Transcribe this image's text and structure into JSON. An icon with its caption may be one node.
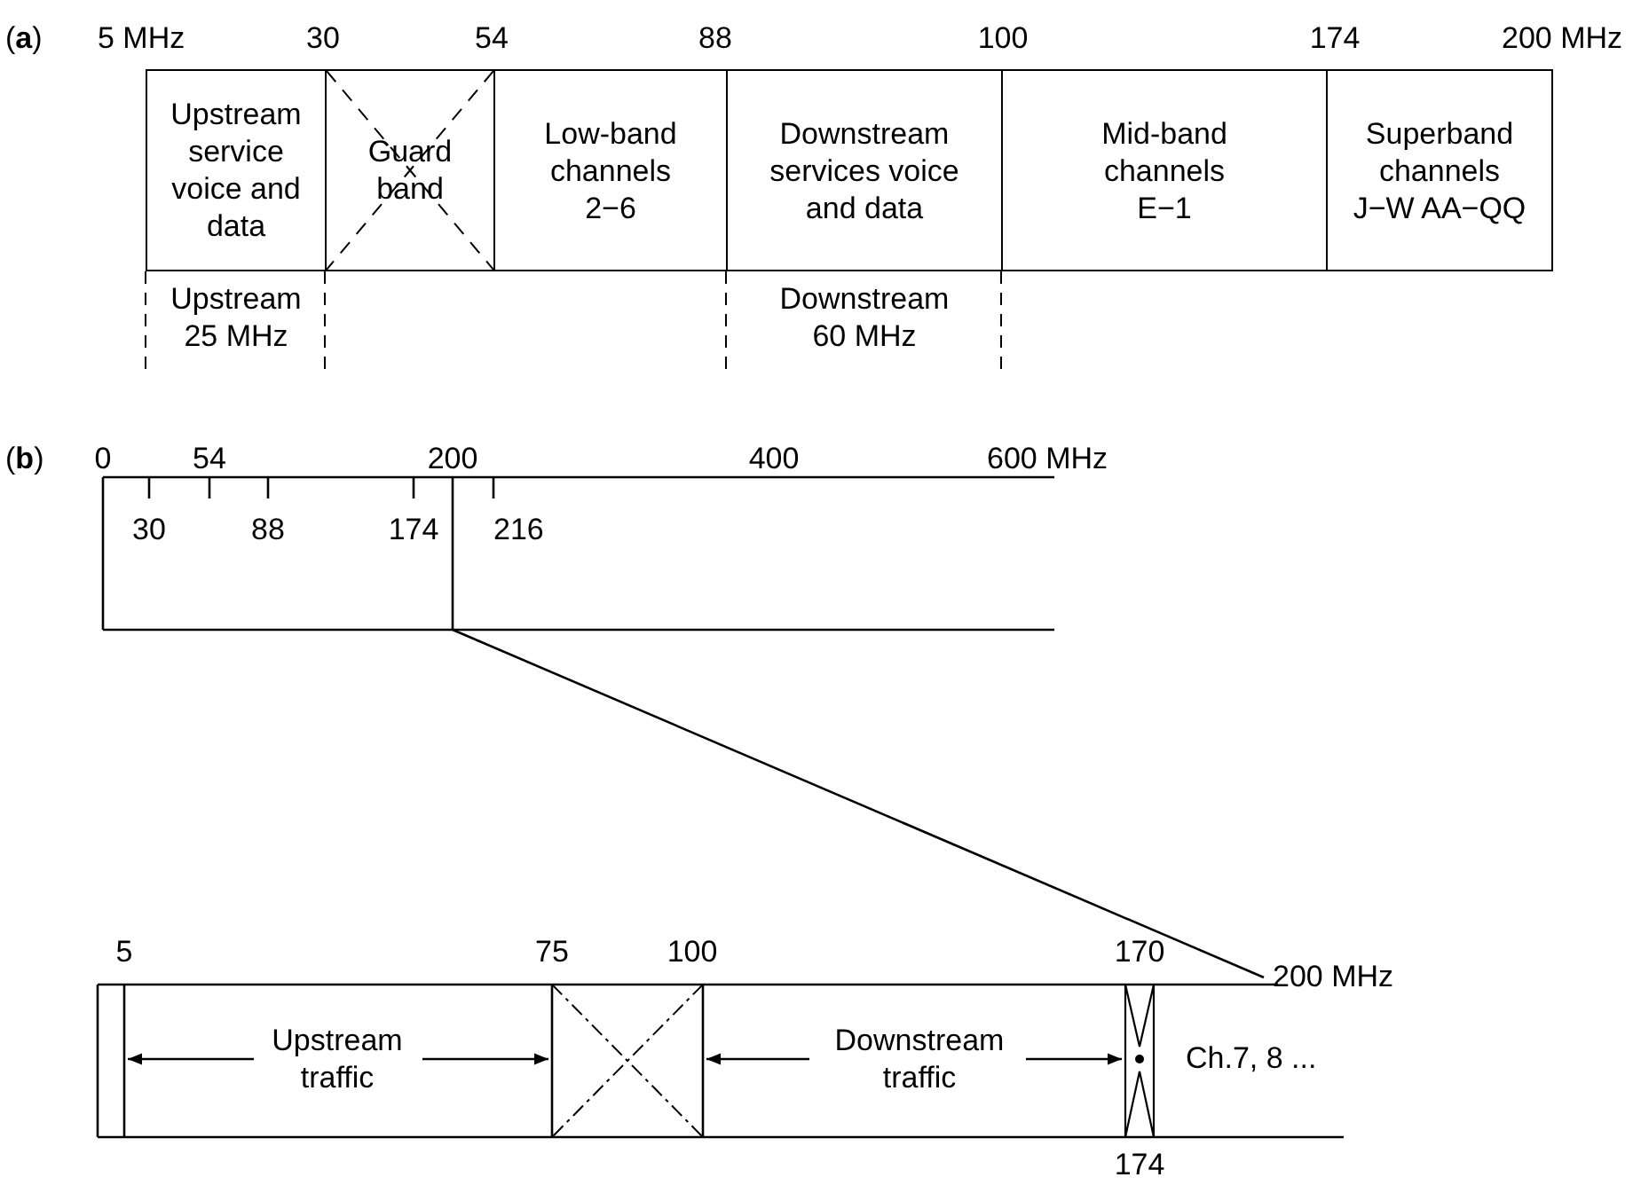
{
  "diagram": {
    "nodes": [
      {
        "text": [
          "Upstream service voice and data"
        ]
      },
      {
        "text": [
          "Guard band"
        ]
      },
      {
        "text": [
          "Low-band channels 2−6"
        ]
      },
      {
        "text": [
          "Downstream services voice and data"
        ]
      },
      {
        "text": [
          "Mid-band channels E−1"
        ]
      },
      {
        "text": [
          "Superband channels J−W AA−QQ"
        ]
      }
    ],
    "labels": [
      "(**a**)",
      "5 MHz",
      "30",
      "54",
      "88",
      "100",
      "174",
      "200 MHz",
      "Upstream 25 MHz",
      "Downstream 60 MHz",
      "(**b**)",
      "0",
      "54",
      "200",
      "400",
      "600 MHz",
      "30",
      "88",
      "174",
      "216",
      "5",
      "75",
      "100",
      "170",
      "200 MHz",
      "Upstream traffic",
      "Downstream traffic",
      "Ch.7, 8 ...",
      "174"
    ]
  }
}
